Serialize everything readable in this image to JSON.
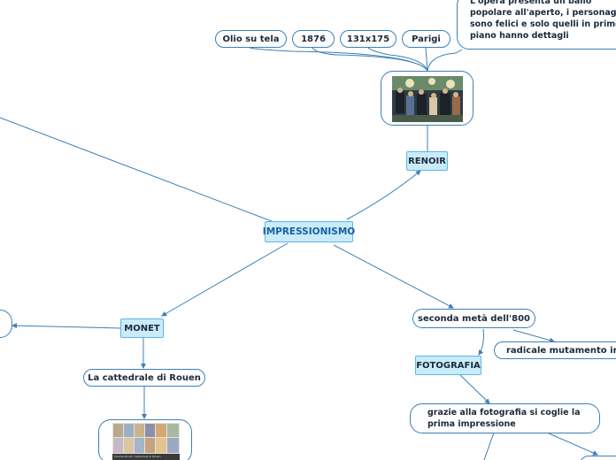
{
  "central": {
    "label": "IMPRESSIONISMO"
  },
  "renoir": {
    "label": "RENOIR",
    "details": {
      "technique": "Olio su tela",
      "year": "1876",
      "size": "131x175",
      "location": "Parigi"
    },
    "description": "L'opera presenta un ballo popolare all'aperto, i personaggi sono felici e solo quelli in primo piano hanno dettagli"
  },
  "monet": {
    "label": "MONET",
    "topic": "La cattedrale di Rouen",
    "thumbnail_caption": "Claude Monet, Cattedrale di Rouen"
  },
  "period": {
    "label": "seconda metà dell'800",
    "change": "radicale mutamento in m",
    "photography": "FOTOGRAFIA",
    "first_impression": "grazie alla fotografia si coglie la prima impressione"
  },
  "colors": {
    "line": "#3d7fb8",
    "box_fill": "#c9ecfb",
    "box_border": "#5fb6e2"
  }
}
